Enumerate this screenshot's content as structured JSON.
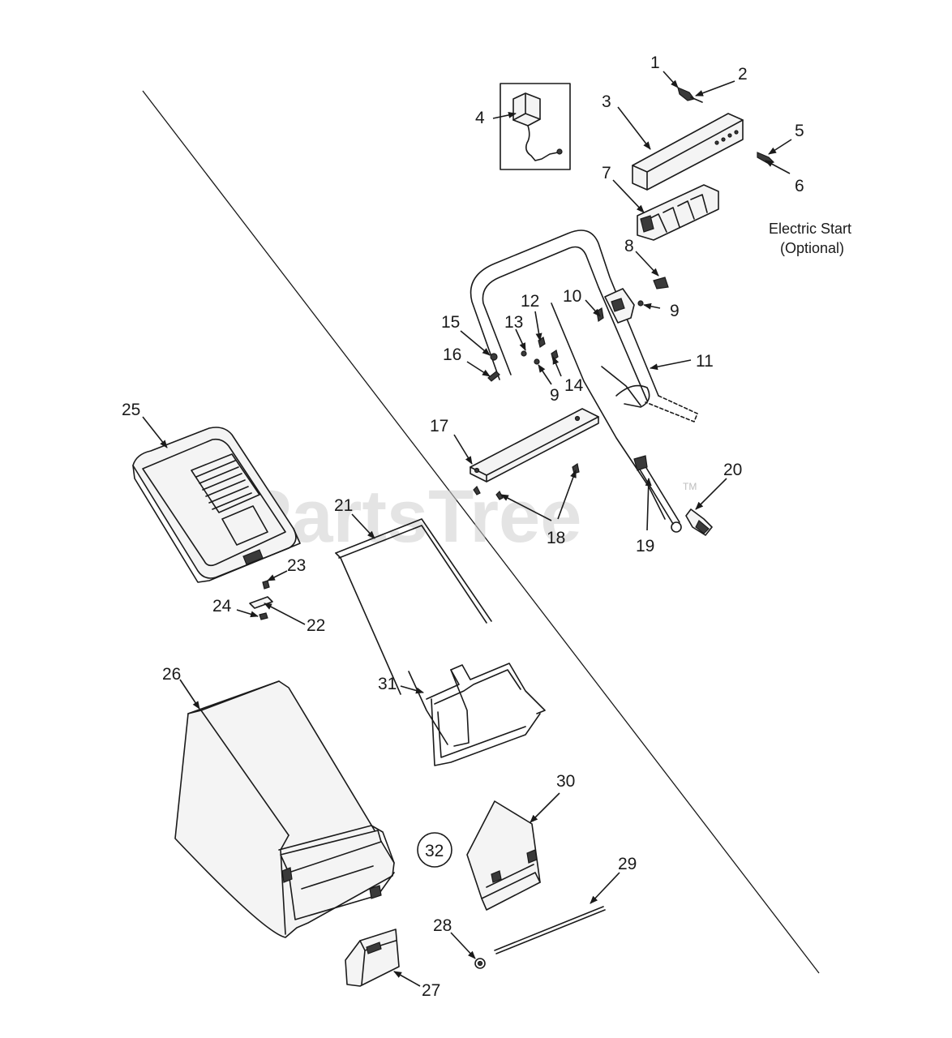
{
  "watermark": {
    "text": "PartsTree",
    "trademark": "TM"
  },
  "note": {
    "line1": "Electric Start",
    "line2": "(Optional)"
  },
  "callouts": {
    "c1": "1",
    "c2": "2",
    "c3": "3",
    "c4": "4",
    "c5": "5",
    "c6": "6",
    "c7": "7",
    "c8": "8",
    "c9a": "9",
    "c9b": "9",
    "c10": "10",
    "c11": "11",
    "c12": "12",
    "c13": "13",
    "c14": "14",
    "c15": "15",
    "c16": "16",
    "c17": "17",
    "c18": "18",
    "c19": "19",
    "c20": "20",
    "c21": "21",
    "c22": "22",
    "c23": "23",
    "c24": "24",
    "c25": "25",
    "c26": "26",
    "c27": "27",
    "c28": "28",
    "c29": "29",
    "c30": "30",
    "c31": "31",
    "c32": "32"
  }
}
